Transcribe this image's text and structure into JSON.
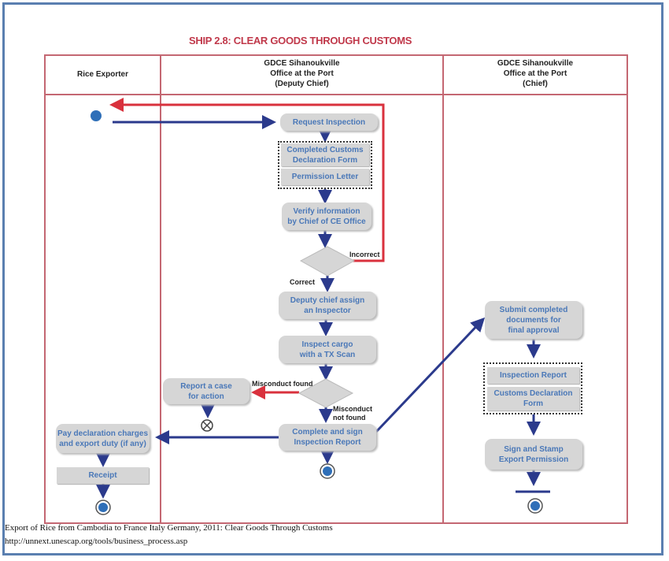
{
  "title": "SHIP 2.8: CLEAR GOODS THROUGH CUSTOMS",
  "lanes": [
    {
      "name": "Rice Exporter"
    },
    {
      "name_lines": [
        "GDCE Sihanoukville",
        "Office at the Port",
        "(Deputy Chief)"
      ]
    },
    {
      "name_lines": [
        "GDCE Sihanoukville",
        "Office at the Port",
        "(Chief)"
      ]
    }
  ],
  "nodes": {
    "request_inspection": "Request Inspection",
    "completed_customs_form_lines": [
      "Completed Customs",
      "Declaration Form"
    ],
    "permission_letter": "Permission Letter",
    "verify_info_lines": [
      "Verify information",
      "by Chief of CE Office"
    ],
    "assign_inspector_lines": [
      "Deputy chief assign",
      "an Inspector"
    ],
    "inspect_cargo_lines": [
      "Inspect cargo",
      "with a TX Scan"
    ],
    "report_case_lines": [
      "Report a case",
      "for action"
    ],
    "complete_sign_lines": [
      "Complete and sign",
      "Inspection Report"
    ],
    "pay_charges_lines": [
      "Pay declaration charges",
      "and export duty (if any)"
    ],
    "receipt": "Receipt",
    "submit_docs_lines": [
      "Submit completed",
      "documents for",
      "final approval"
    ],
    "inspection_report": "Inspection Report",
    "customs_decl_form_lines": [
      "Customs Declaration",
      "Form"
    ],
    "sign_stamp_lines": [
      "Sign and Stamp",
      "Export Permission"
    ]
  },
  "labels": {
    "incorrect": "Incorrect",
    "correct": "Correct",
    "misconduct_found": "Misconduct found",
    "misconduct_not_found_lines": [
      "Misconduct",
      "not found"
    ]
  },
  "colors": {
    "lane_border": "#c46772",
    "flow_arrow": "#2b3a8c",
    "reject_arrow": "#d9313d",
    "node_fill": "#d6d6d6",
    "node_text": "#4a78b8",
    "title": "#c0384a"
  },
  "caption": {
    "line1": "Export of Rice from Cambodia to France Italy Germany, 2011: Clear Goods Through Customs",
    "line2": "http://unnext.unescap.org/tools/business_process.asp"
  }
}
